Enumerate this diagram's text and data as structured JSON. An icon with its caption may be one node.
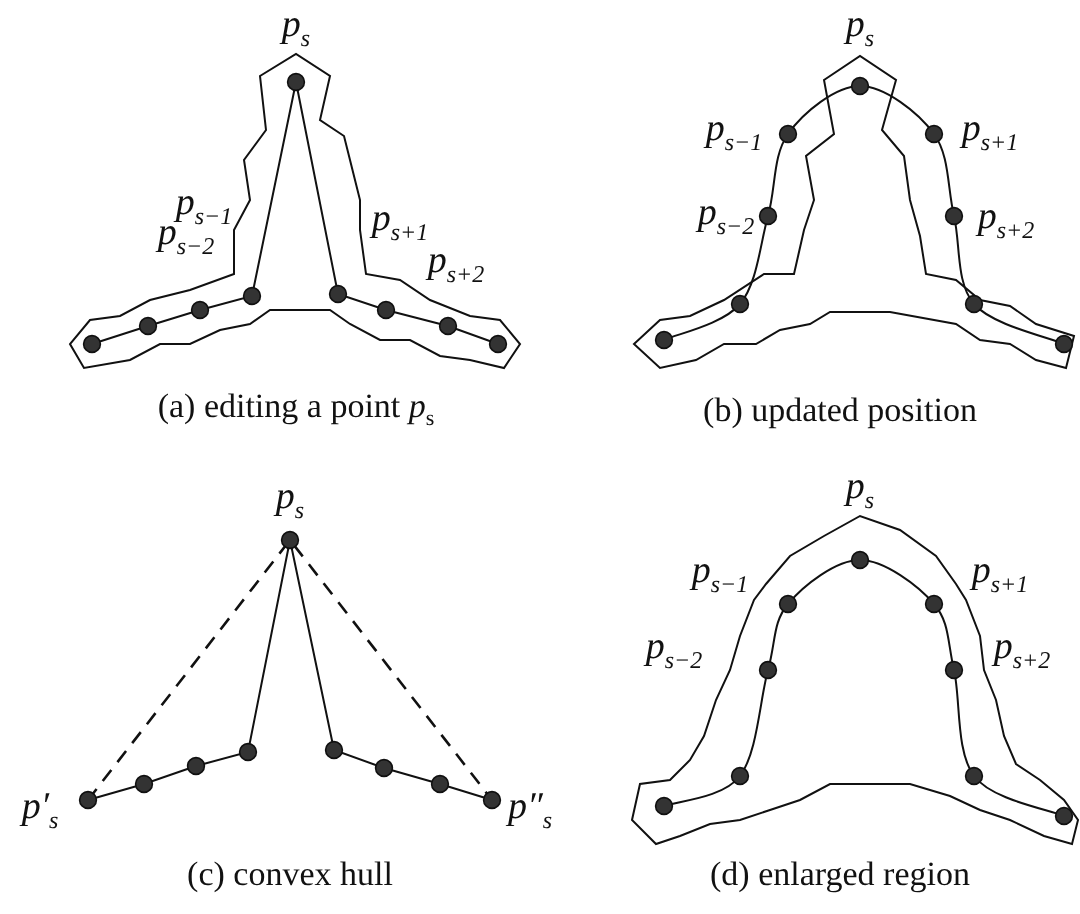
{
  "diagram": {
    "labels": [
      "p$_{s}$",
      "p$_{s−1}$",
      "p$_{s−2}$",
      "p$_{s+1}$",
      "p$_{s+2}$",
      "(a) editing a point *p*$_{s}$",
      "p$_{s}$",
      "p$_{s−1}$",
      "p$_{s+1}$",
      "p$_{s−2}$",
      "p$_{s+2}$",
      "(b) updated position",
      "p$_{s}$",
      "p′$_{s}$",
      "p″$_{s}$",
      "(c) convex hull",
      "p$_{s}$",
      "p$_{s−1}$",
      "p$_{s+1}$",
      "p$_{s−2}$",
      "p$_{s+2}$",
      "(d) enlarged region"
    ]
  }
}
